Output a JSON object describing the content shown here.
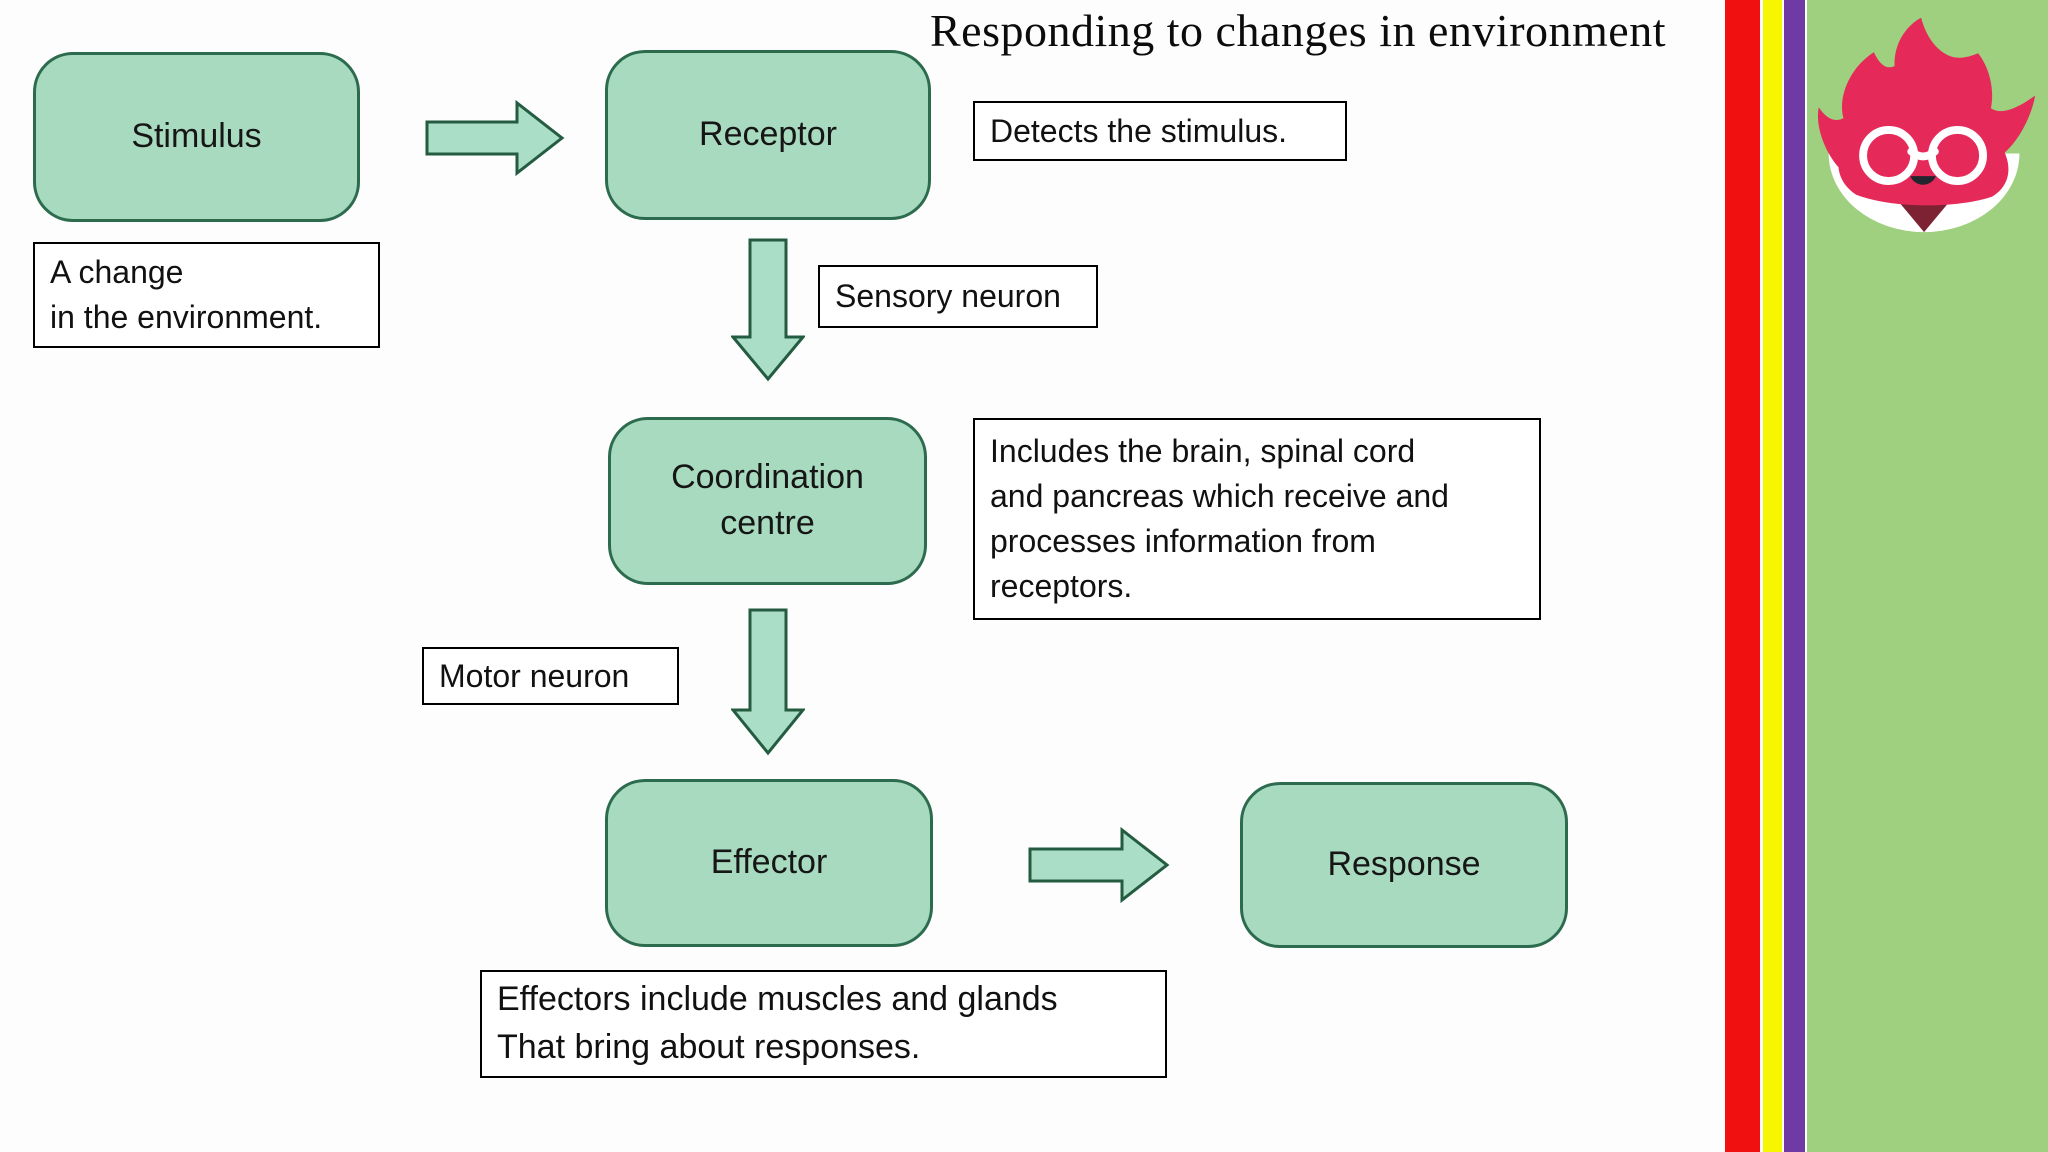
{
  "title": "Responding to changes in environment",
  "flowchart": {
    "nodes": [
      {
        "id": "stimulus",
        "label": "Stimulus"
      },
      {
        "id": "receptor",
        "label": "Receptor"
      },
      {
        "id": "coordination_centre",
        "label": "Coordination centre"
      },
      {
        "id": "effector",
        "label": "Effector"
      },
      {
        "id": "response",
        "label": "Response"
      }
    ],
    "connector_labels": {
      "sensory": "Sensory neuron",
      "motor": "Motor neuron"
    },
    "notes": {
      "stimulus": "A change\nin the environment.",
      "receptor": "Detects the stimulus.",
      "coordination_centre": "Includes the brain, spinal cord\nand pancreas which receive and\nprocesses information from\nreceptors.",
      "effector": "Effectors include muscles and glands\nThat bring about responses."
    }
  },
  "branding": {
    "logo": "flame-mascot-with-glasses",
    "colors": {
      "node_fill": "#a7dabf",
      "node_border": "#2d6b4f",
      "arrow_fill": "#abdec6",
      "arrow_border": "#245c41",
      "stripe_red": "#f01010",
      "stripe_yellow": "#f6f600",
      "stripe_purple": "#6f3aa3",
      "panel_green": "#9ed07f",
      "flame_pink": "#e52a5a",
      "flame_maroon": "#7d2233"
    }
  }
}
